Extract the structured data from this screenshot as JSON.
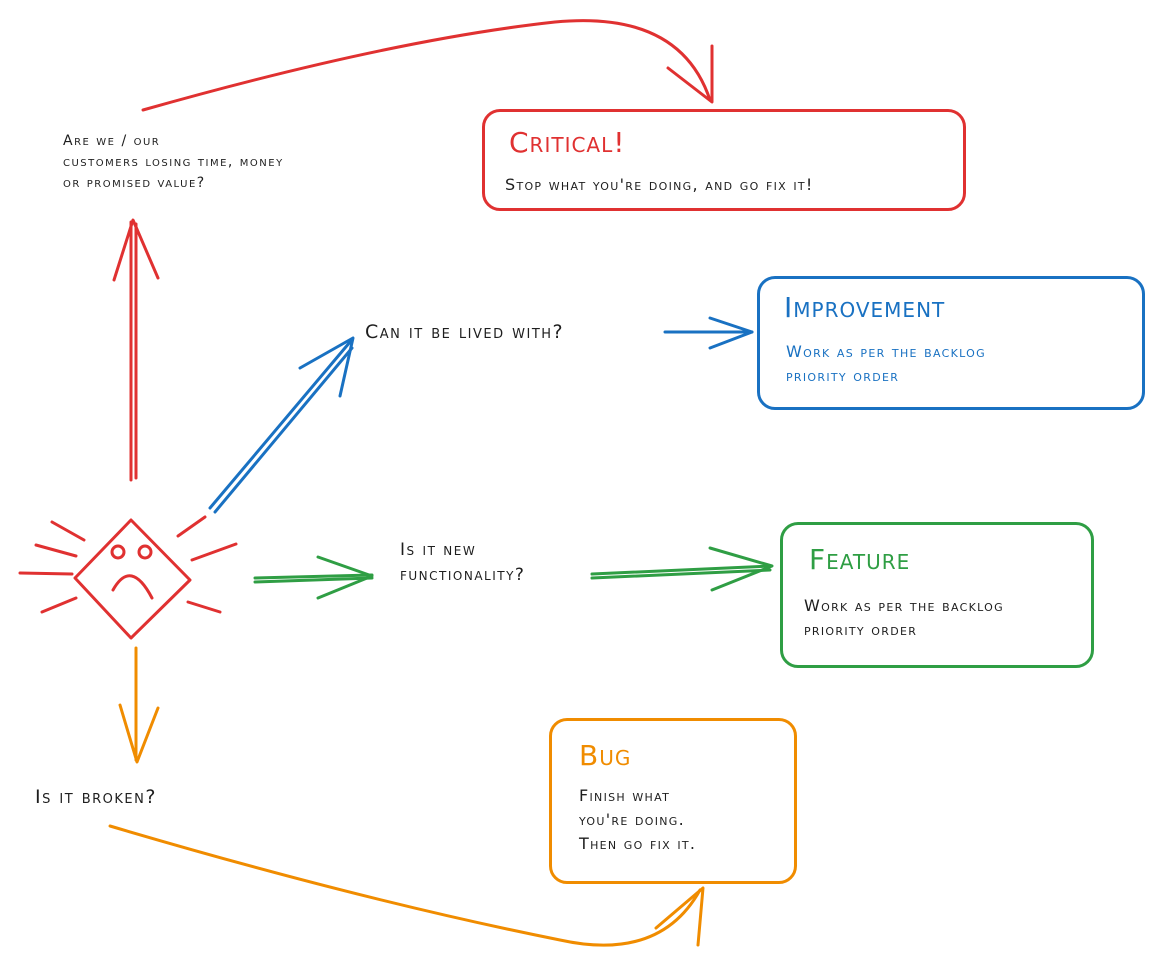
{
  "colors": {
    "critical": "#e03131",
    "improvement": "#1971c2",
    "feature": "#2f9e44",
    "bug": "#f08c00",
    "text": "#1e1e1e"
  },
  "start_node": {
    "icon": "sad-face-icon"
  },
  "questions": {
    "critical": "Are we / our\ncustomers losing time, money\nor promised value?",
    "improvement": "Can it be lived with?",
    "feature": "Is it new\nfunctionality?",
    "bug": "Is it broken?"
  },
  "outcomes": {
    "critical": {
      "title": "Critical!",
      "description": "Stop what you're doing, and go fix it!"
    },
    "improvement": {
      "title": "Improvement",
      "description": "Work as per the backlog\npriority order"
    },
    "feature": {
      "title": "Feature",
      "description": "Work as per the backlog\npriority order"
    },
    "bug": {
      "title": "Bug",
      "description": "Finish what\nyou're doing.\nThen go fix it."
    }
  }
}
